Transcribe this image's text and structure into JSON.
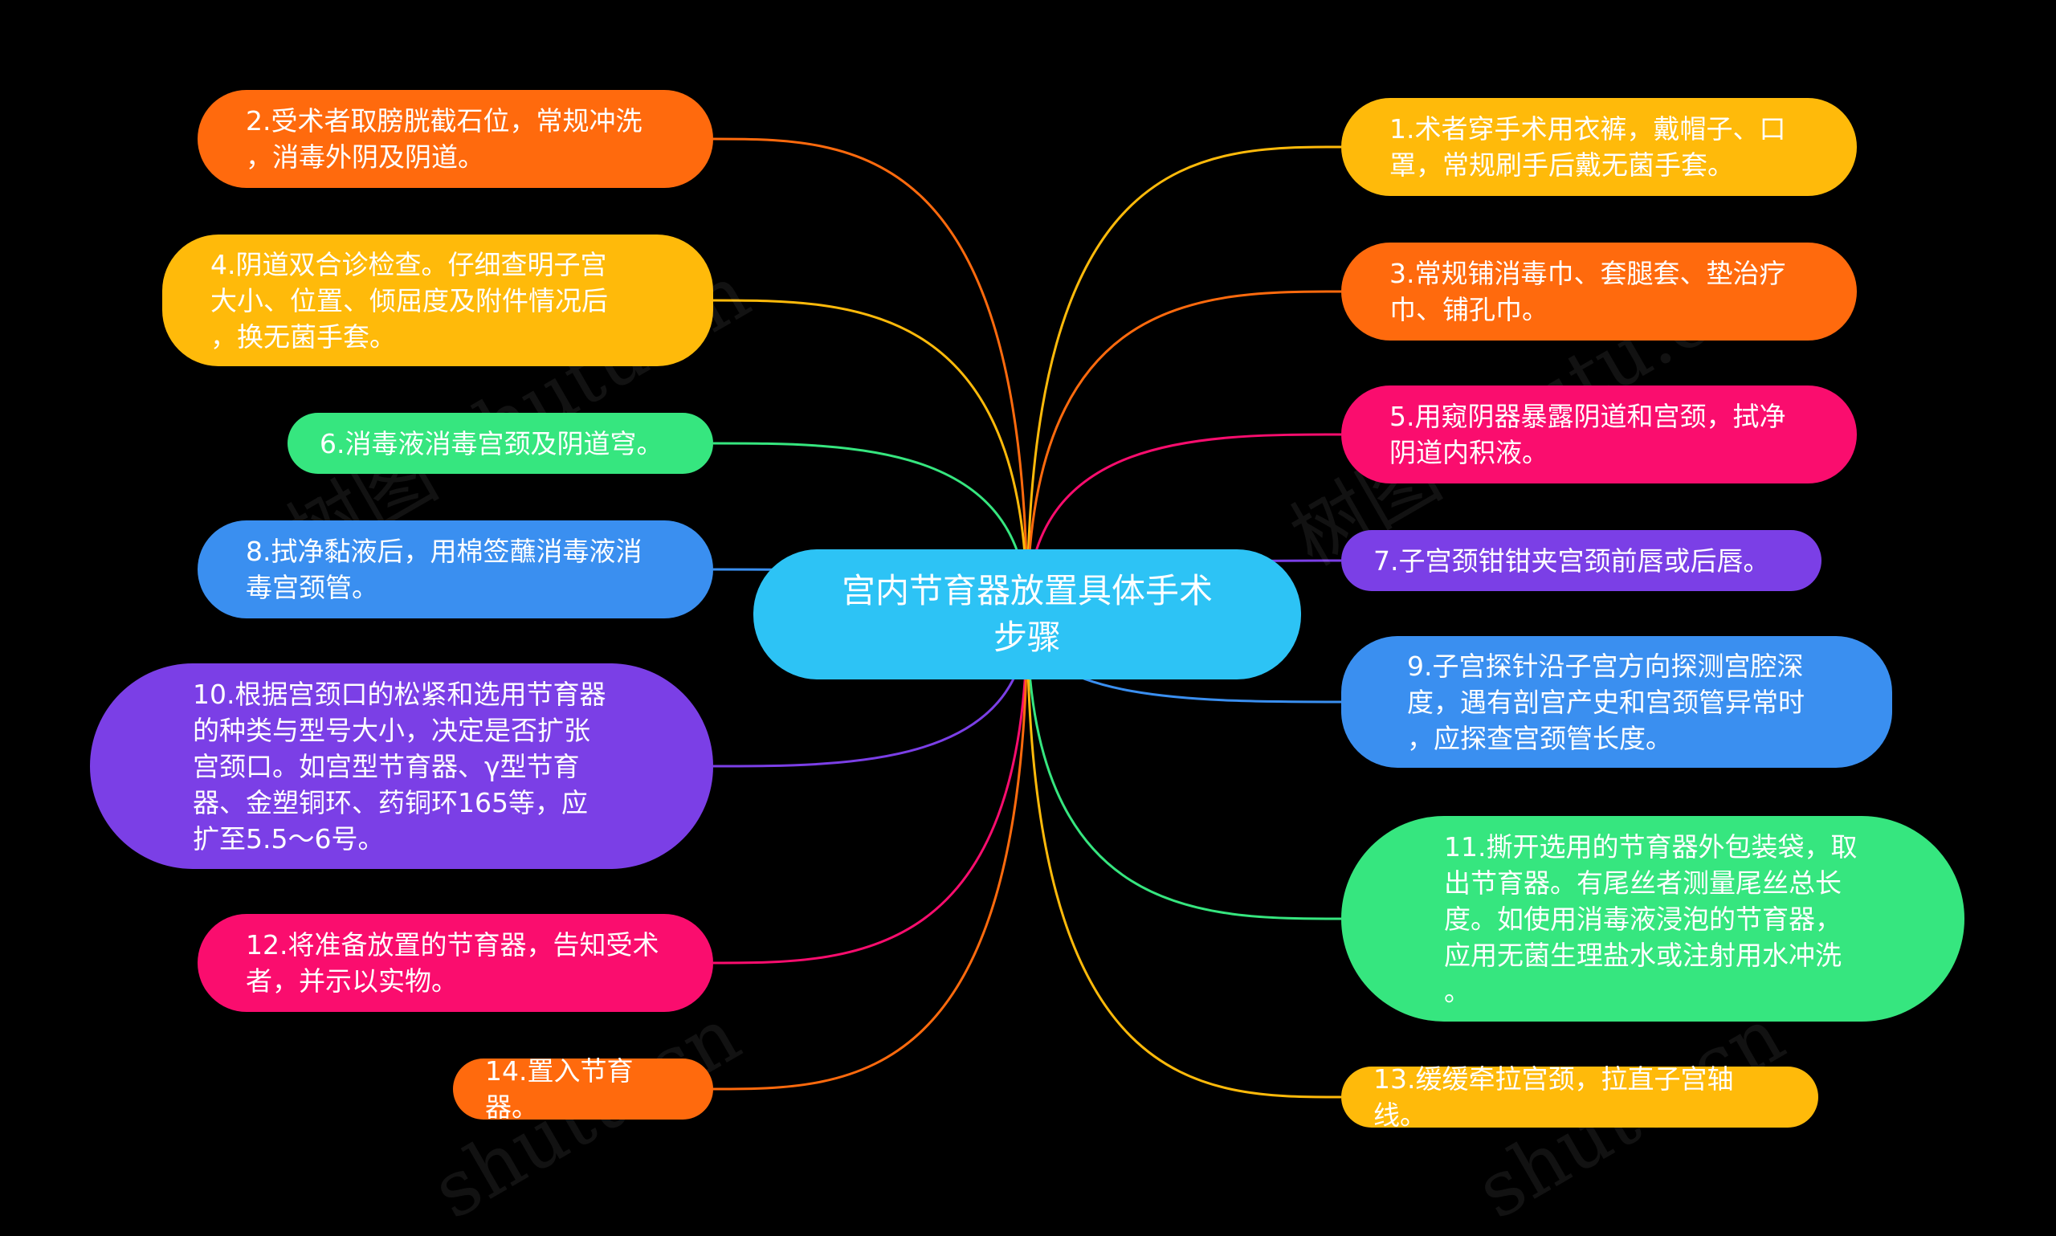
{
  "colors": {
    "background": "#000000",
    "center": "#2DC3F5",
    "orange": "#FF6A0D",
    "amber": "#FFBA0A",
    "green": "#36E67F",
    "blue": "#3A8FF0",
    "purple": "#7B3FE6",
    "pink": "#FA0D6E"
  },
  "center": {
    "text": "宫内节育器放置具体手术\n步骤"
  },
  "nodes": [
    {
      "id": "n2",
      "text": "2.受术者取膀胱截石位，常规冲洗\n，消毒外阴及阴道。",
      "color": "#FF6A0D"
    },
    {
      "id": "n4",
      "text": "4.阴道双合诊检查。仔细查明子宫\n大小、位置、倾屈度及附件情况后\n，换无菌手套。",
      "color": "#FFBA0A"
    },
    {
      "id": "n6",
      "text": "6.消毒液消毒宫颈及阴道穹。",
      "color": "#36E67F"
    },
    {
      "id": "n8",
      "text": "8.拭净黏液后，用棉签蘸消毒液消\n毒宫颈管。",
      "color": "#3A8FF0"
    },
    {
      "id": "n10",
      "text": "10.根据宫颈口的松紧和选用节育器\n的种类与型号大小，决定是否扩张\n宫颈口。如宫型节育器、γ型节育\n器、金塑铜环、药铜环165等，应\n扩至5.5～6号。",
      "color": "#7B3FE6"
    },
    {
      "id": "n12",
      "text": "12.将准备放置的节育器，告知受术\n者，并示以实物。",
      "color": "#FA0D6E"
    },
    {
      "id": "n14",
      "text": "14.置入节育器。",
      "color": "#FF6A0D"
    },
    {
      "id": "n1",
      "text": "1.术者穿手术用衣裤，戴帽子、口\n罩，常规刷手后戴无菌手套。",
      "color": "#FFBA0A"
    },
    {
      "id": "n3",
      "text": "3.常规铺消毒巾、套腿套、垫治疗\n巾、铺孔巾。",
      "color": "#FF6A0D"
    },
    {
      "id": "n5",
      "text": "5.用窥阴器暴露阴道和宫颈，拭净\n阴道内积液。",
      "color": "#FA0D6E"
    },
    {
      "id": "n7",
      "text": "7.子宫颈钳钳夹宫颈前唇或后唇。",
      "color": "#7B3FE6"
    },
    {
      "id": "n9",
      "text": "9.子宫探针沿子宫方向探测宫腔深\n度，遇有剖宫产史和宫颈管异常时\n，应探查宫颈管长度。",
      "color": "#3A8FF0"
    },
    {
      "id": "n11",
      "text": "11.撕开选用的节育器外包装袋，取\n出节育器。有尾丝者测量尾丝总长\n度。如使用消毒液浸泡的节育器，\n应用无菌生理盐水或注射用水冲洗\n。",
      "color": "#36E67F"
    },
    {
      "id": "n13",
      "text": "13.缓缓牵拉宫颈，拉直子宫轴线。",
      "color": "#FFBA0A"
    }
  ]
}
